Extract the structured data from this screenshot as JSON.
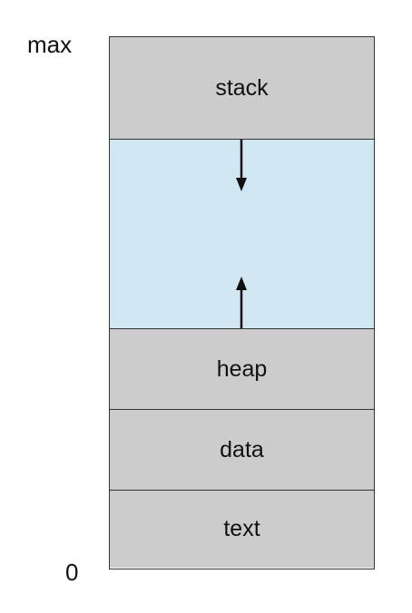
{
  "labels": {
    "max": "max",
    "zero": "0"
  },
  "segments": {
    "stack": "stack",
    "heap": "heap",
    "data": "data",
    "text": "text"
  },
  "colors": {
    "segment_fill": "#cccccc",
    "free_space_fill": "#d0e7f1",
    "border": "#333333"
  },
  "icons": {
    "stack_growth": "arrow-down-icon",
    "heap_growth": "arrow-up-icon"
  }
}
